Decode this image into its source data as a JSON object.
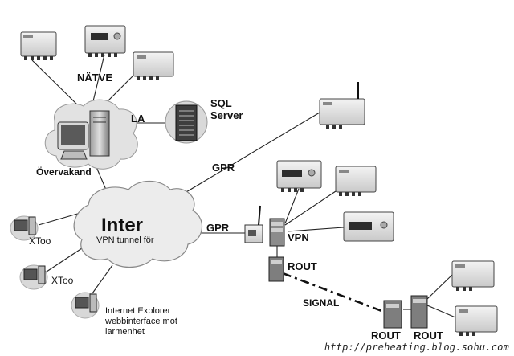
{
  "labels": {
    "natve": "NÄTVE",
    "la": "LA",
    "sql_line1": "SQL",
    "sql_line2": "Server",
    "overvakand": "Övervakand",
    "gpr_top": "GPR",
    "inter": "Inter",
    "vpn_tunnel": "VPN tunnel för",
    "gpr_mid": "GPR",
    "vpn": "VPN",
    "rout_mid": "ROUT",
    "signal": "SIGNAL",
    "rout_left": "ROUT",
    "rout_right": "ROUT",
    "xtoo_1": "XToo",
    "xtoo_2": "XToo",
    "ie_line1": "Internet Explorer",
    "ie_line2": "webbinterface mot",
    "ie_line3": "larmenhet"
  },
  "watermark": "http://preheating.blog.sohu.com"
}
